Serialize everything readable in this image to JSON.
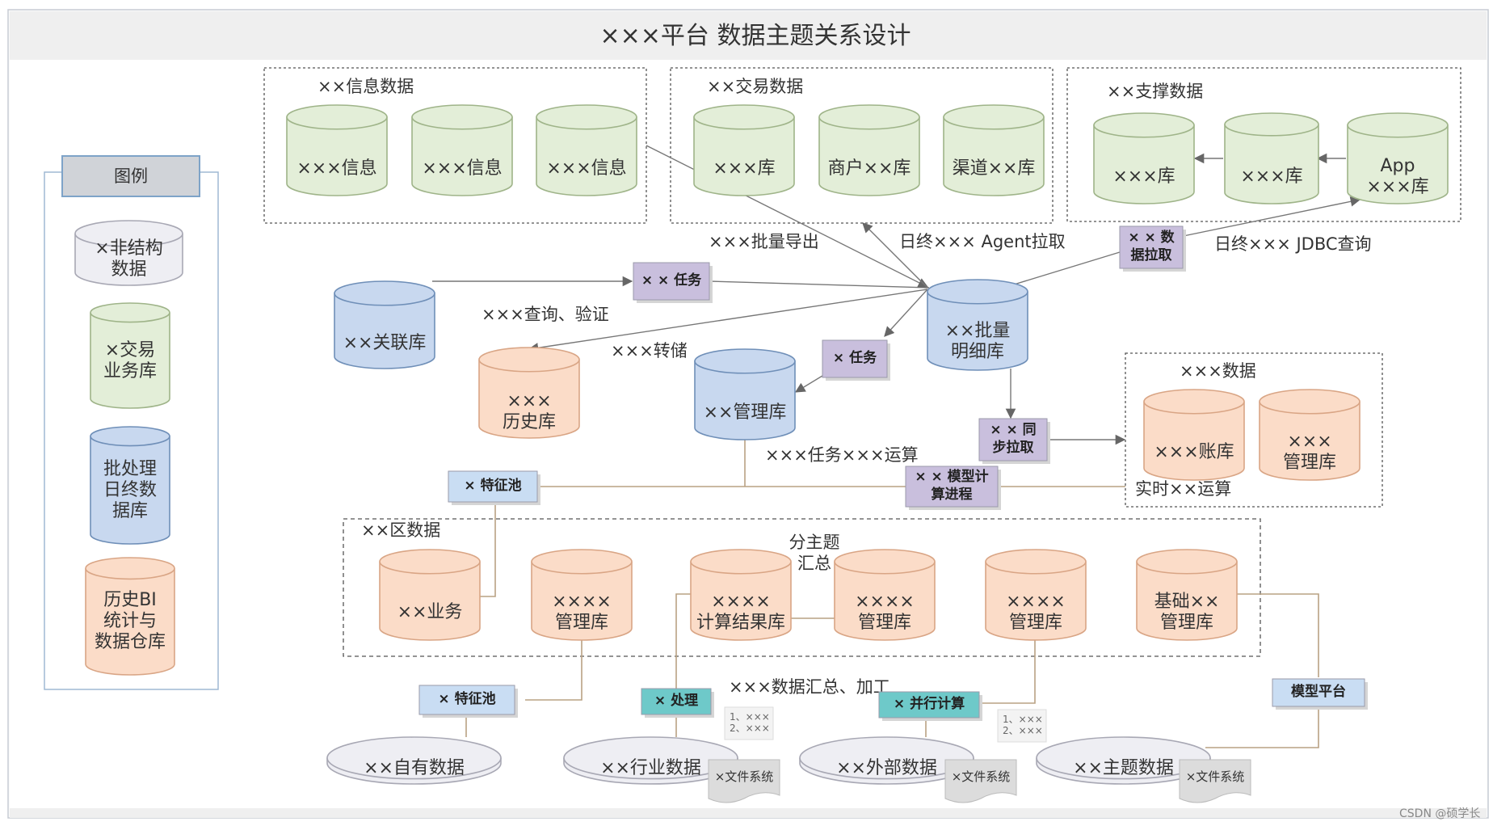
{
  "title": "×××平台 数据主题关系设计",
  "colors": {
    "green": "#E3EED8",
    "blue": "#C8D8EF",
    "orange": "#FBDCC8",
    "gray": "#EEEEF3",
    "purple": "#C9BFDD",
    "lightblue": "#C9DDF3",
    "teal": "#6EC9C9"
  },
  "legend": {
    "title": "图例",
    "items": [
      {
        "text": "×非结构\n数据",
        "color": "gray"
      },
      {
        "text": "×交易\n业务库",
        "color": "green"
      },
      {
        "text": "批处理\n日终数\n据库",
        "color": "blue"
      },
      {
        "text": "历史BI\n统计与\n数据仓库",
        "color": "orange"
      }
    ]
  },
  "groups": {
    "info": "××信息数据",
    "trade": "××交易数据",
    "support": "××支撑数据",
    "data": "×××数据",
    "zone": "××区数据"
  },
  "cylinders": {
    "info1": "×××信息",
    "info2": "×××信息",
    "info3": "×××信息",
    "trade1": "×××库",
    "trade2": "商户××库",
    "trade3": "渠道××库",
    "sup1": "×××库",
    "sup2": "×××库",
    "sup3": "App\n×××库",
    "related": "××关联库",
    "history": "×××\n历史库",
    "mgmt": "××管理库",
    "batch": "××批量\n明细库",
    "acct": "×××账库",
    "mgmt2": "×××\n管理库",
    "biz": "××业务",
    "z1": "××××\n管理库",
    "z2": "××××\n计算结果库",
    "z3": "××××\n管理库",
    "z4": "××××\n管理库",
    "z5": "基础××\n管理库",
    "own": "××自有数据",
    "industry": "××行业数据",
    "external": "××外部数据",
    "topic": "××主题数据"
  },
  "tags": {
    "task1": "× × 任务",
    "task2": "× 任务",
    "pull": "× × 数\n据拉取",
    "sync": "× × 同\n步拉取",
    "model": "× × 模型计\n算进程",
    "feat1": "× 特征池",
    "feat2": "× 特征池",
    "proc": "× 处理",
    "parallel": "× 并行计算",
    "platform": "模型平台"
  },
  "labels": {
    "export": "×××批量导出",
    "agent": "日终××× Agent拉取",
    "jdbc": "日终××× JDBC查询",
    "query": "×××查询、验证",
    "dump": "×××转储",
    "taskcalc": "×××任务×××运算",
    "realtime": "实时××运算",
    "subtopic": "分主题\n汇总",
    "summary": "×××数据汇总、加工"
  },
  "notes": {
    "n1": "1、×××\n2、×××",
    "n2": "1、×××\n2、×××"
  },
  "file": "×文件系统",
  "watermark": "CSDN @硕学长"
}
